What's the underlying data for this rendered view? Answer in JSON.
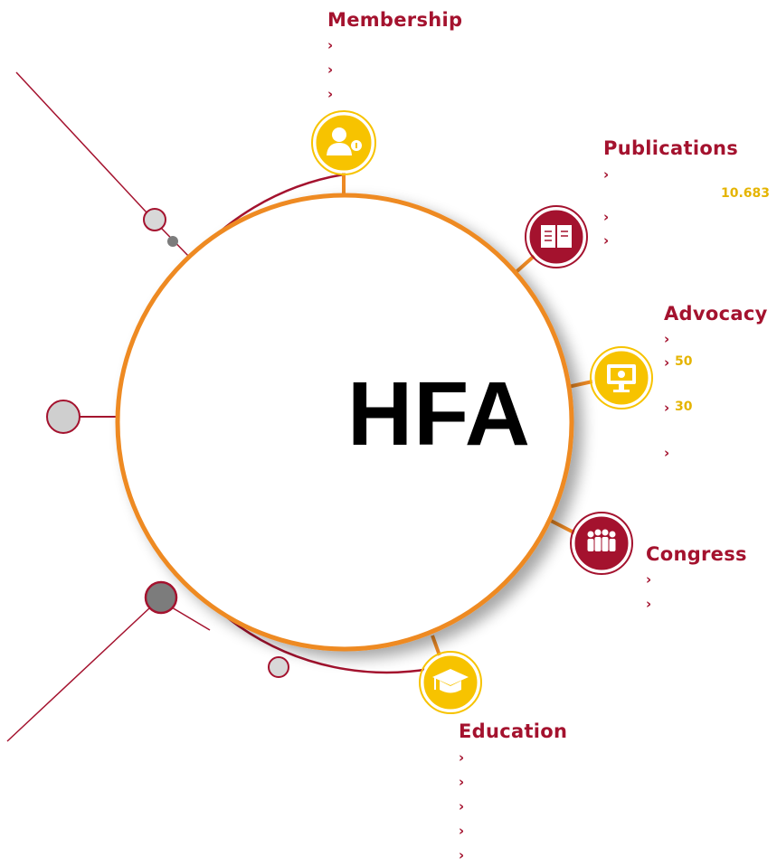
{
  "core": {
    "label": "HFA"
  },
  "colors": {
    "accent_orange": "#ee8a24",
    "brand_red": "#a4122e",
    "icon_yellow": "#f7c300",
    "node_gray": "#bdbdbd",
    "node_dark": "#7c7c7c"
  },
  "sections": {
    "membership": {
      "title": "Membership",
      "icon": "member-card-icon",
      "bullet_count": 3
    },
    "publications": {
      "title": "Publications",
      "icon": "journal-book-icon",
      "stat": "10.683",
      "bullet_count": 3
    },
    "advocacy": {
      "title": "Advocacy",
      "icon": "presentation-screen-icon",
      "stats": [
        "50",
        "30"
      ],
      "bullet_count": 4
    },
    "congress": {
      "title": "Congress",
      "icon": "audience-people-icon",
      "bullet_count": 2
    },
    "education": {
      "title": "Education",
      "icon": "graduation-cap-icon",
      "bullet_count": 5
    }
  },
  "bullet_glyph": "›"
}
